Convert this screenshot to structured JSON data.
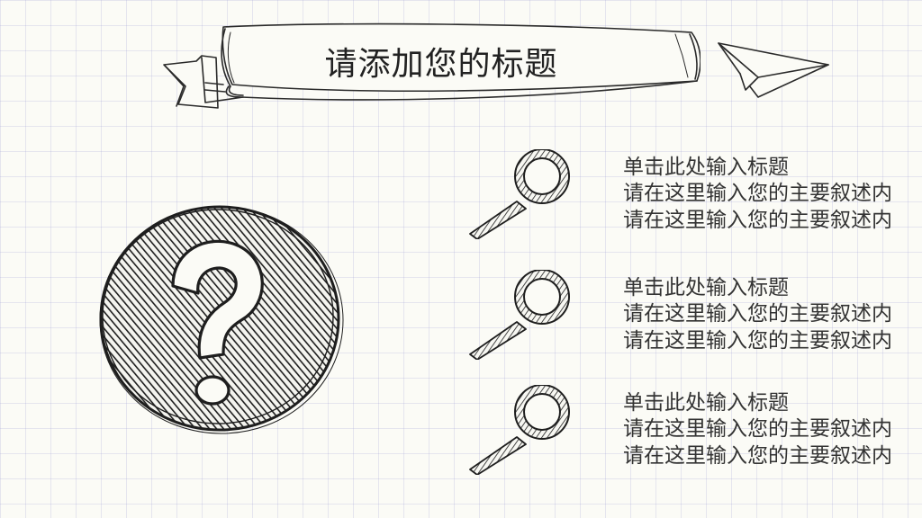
{
  "slide": {
    "title": "请添加您的标题"
  },
  "items": [
    {
      "title": "单击此处输入标题",
      "line1": "请在这里输入您的主要叙述内",
      "line2": "请在这里输入您的主要叙述内"
    },
    {
      "title": "单击此处输入标题",
      "line1": "请在这里输入您的主要叙述内",
      "line2": "请在这里输入您的主要叙述内"
    },
    {
      "title": "单击此处输入标题",
      "line1": "请在这里输入您的主要叙述内",
      "line2": "请在这里输入您的主要叙述内"
    }
  ],
  "icons": {
    "badge": "question-mark-icon",
    "item": "magnifier-icon",
    "decoration": "paper-plane-icon"
  }
}
